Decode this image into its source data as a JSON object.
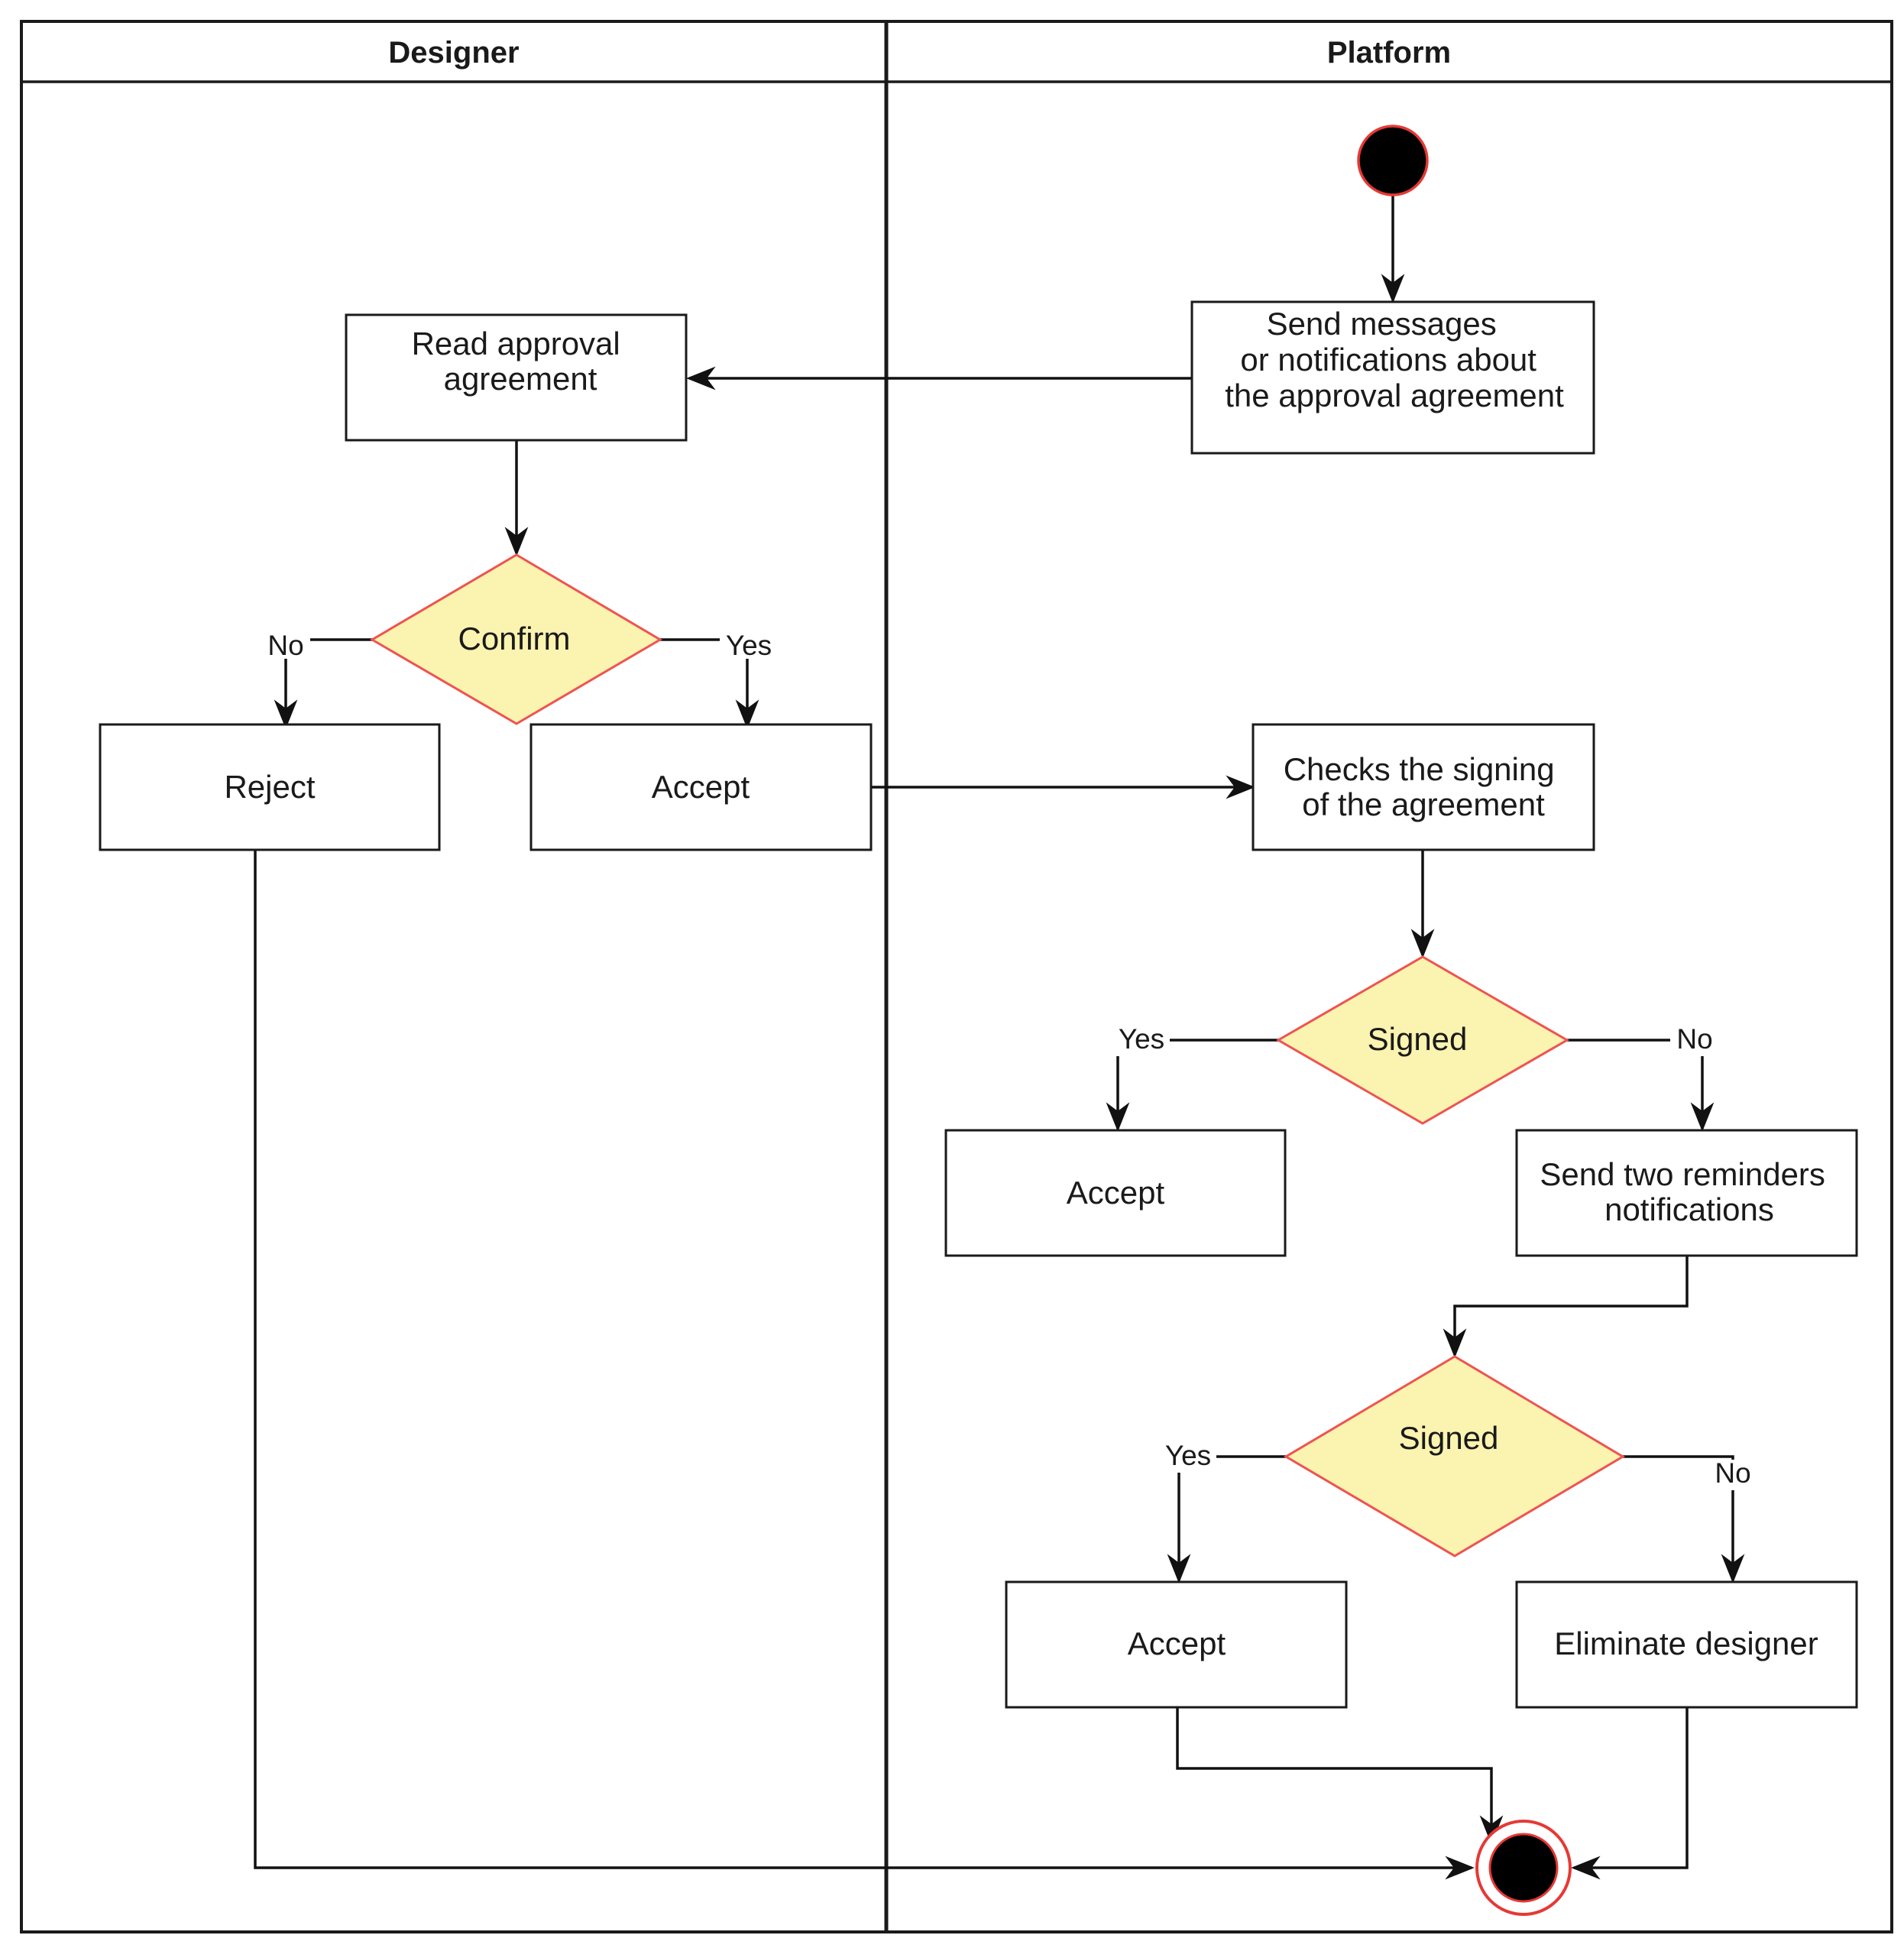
{
  "lanes": [
    {
      "title": "Designer"
    },
    {
      "title": "Platform"
    }
  ],
  "nodes": {
    "start": {
      "type": "initial"
    },
    "send_messages": {
      "type": "action",
      "lines": [
        "Send messages",
        "or notifications about",
        "the approval agreement"
      ]
    },
    "read_approval": {
      "type": "action",
      "lines": [
        "Read approval",
        "agreement"
      ]
    },
    "confirm": {
      "type": "decision",
      "lines": [
        "Confirm"
      ]
    },
    "reject": {
      "type": "action",
      "lines": [
        "Reject"
      ]
    },
    "accept_designer": {
      "type": "action",
      "lines": [
        "Accept"
      ]
    },
    "checks_signing": {
      "type": "action",
      "lines": [
        "Checks the signing",
        "of the agreement"
      ]
    },
    "signed_1": {
      "type": "decision",
      "lines": [
        "Signed"
      ]
    },
    "accept_1": {
      "type": "action",
      "lines": [
        "Accept"
      ]
    },
    "send_reminders": {
      "type": "action",
      "lines": [
        "Send two reminders",
        "notifications"
      ]
    },
    "signed_2": {
      "type": "decision",
      "lines": [
        "Signed"
      ]
    },
    "accept_2": {
      "type": "action",
      "lines": [
        "Accept"
      ]
    },
    "eliminate": {
      "type": "action",
      "lines": [
        "Eliminate  designer"
      ]
    },
    "end": {
      "type": "final"
    }
  },
  "edge_labels": {
    "confirm_no": "No",
    "confirm_yes": "Yes",
    "signed1_yes": "Yes",
    "signed1_no": "No",
    "signed2_yes": "Yes",
    "signed2_no": "No"
  },
  "colors": {
    "decision_fill": "#fbf3b0",
    "decision_stroke": "#ef5350",
    "node_fill": "#000000",
    "node_ring": "#e53935",
    "line": "#111111"
  }
}
